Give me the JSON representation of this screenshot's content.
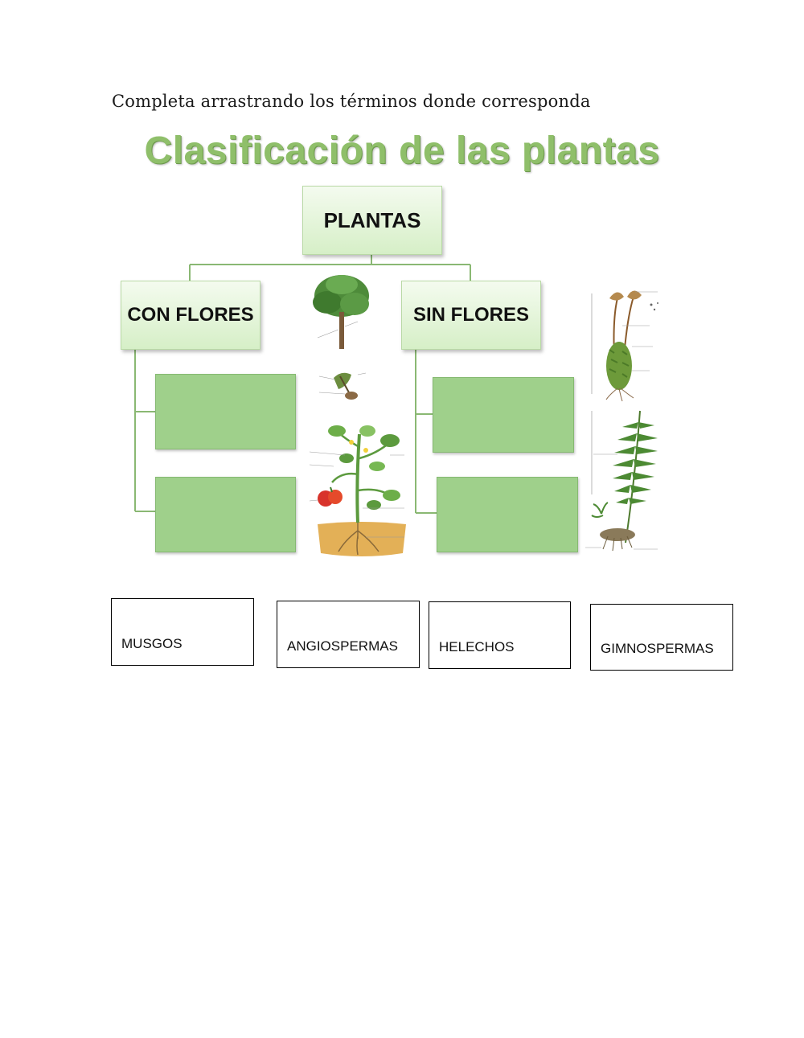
{
  "instruction": "Completa arrastrando los términos donde corresponda",
  "title": "Clasificación de las plantas",
  "diagram": {
    "root": "PLANTAS",
    "left_branch": "CON FLORES",
    "right_branch": "SIN FLORES"
  },
  "terms": [
    "MUSGOS",
    "ANGIOSPERMAS",
    "HELECHOS",
    "GIMNOSPERMAS"
  ],
  "colors": {
    "title_green": "#8fbf6a",
    "drop_zone_green": "#9fd08b",
    "label_box_gradient": [
      "#f4fbef",
      "#d6efc7"
    ]
  }
}
